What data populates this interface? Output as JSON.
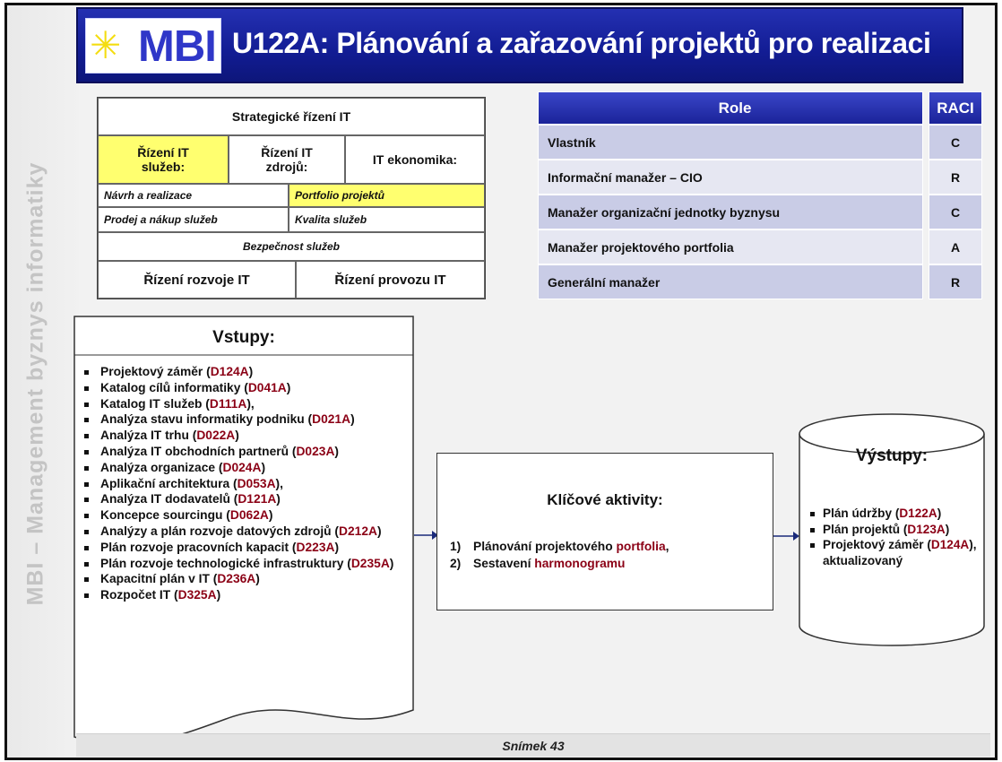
{
  "side_text": "MBI – Management byznys informatiky",
  "logo": {
    "text": "MBI",
    "star": "✳"
  },
  "title": "U122A: Plánování a zařazování projektů pro realizaci",
  "framework": {
    "top": "Strategické řízení IT",
    "col1": "Řízení IT služeb:",
    "col2": "Řízení IT zdrojů:",
    "col3": "IT ekonomika:",
    "r1a": "Návrh a realizace",
    "r1b": "Portfolio projektů",
    "r2a": "Prodej a nákup služeb",
    "r2b": "Kvalita služeb",
    "r3": "Bezpečnost služeb",
    "b1": "Řízení rozvoje IT",
    "b2": "Řízení provozu IT"
  },
  "raci": {
    "header_role": "Role",
    "header_raci": "RACI",
    "rows": [
      {
        "role": "Vlastník",
        "value": "C"
      },
      {
        "role": "Informační manažer – CIO",
        "value": "R"
      },
      {
        "role": "Manažer organizační jednotky byznysu",
        "value": "C"
      },
      {
        "role": "Manažer projektového portfolia",
        "value": "A"
      },
      {
        "role": "Generální manažer",
        "value": "R"
      }
    ]
  },
  "inputs": {
    "title": "Vstupy:",
    "items": [
      {
        "text": "Projektový záměr (",
        "code": "D124A",
        "tail": ")"
      },
      {
        "text": "Katalog cílů informatiky (",
        "code": "D041A",
        "tail": ")"
      },
      {
        "text": "Katalog IT služeb (",
        "code": "D111A",
        "tail": "),"
      },
      {
        "text": "Analýza stavu informatiky podniku (",
        "code": "D021A",
        "tail": ")"
      },
      {
        "text": "Analýza IT trhu (",
        "code": "D022A",
        "tail": ")"
      },
      {
        "text": "Analýza IT obchodních partnerů (",
        "code": "D023A",
        "tail": ")"
      },
      {
        "text": "Analýza organizace (",
        "code": "D024A",
        "tail": ")"
      },
      {
        "text": "Aplikační architektura (",
        "code": "D053A",
        "tail": "),"
      },
      {
        "text": "Analýza IT dodavatelů (",
        "code": "D121A",
        "tail": ")"
      },
      {
        "text": "Koncepce sourcingu (",
        "code": "D062A",
        "tail": ")"
      },
      {
        "text": "Analýzy a plán rozvoje datových zdrojů (",
        "code": "D212A",
        "tail": ")"
      },
      {
        "text": "Plán rozvoje pracovních kapacit (",
        "code": "D223A",
        "tail": ")"
      },
      {
        "text": "Plán rozvoje technologické infrastruktury (",
        "code": "D235A",
        "tail": ")"
      },
      {
        "text": "Kapacitní plán v IT (",
        "code": "D236A",
        "tail": ")"
      },
      {
        "text": "Rozpočet IT (",
        "code": "D325A",
        "tail": ")"
      }
    ]
  },
  "activities": {
    "title": "Klíčové aktivity:",
    "items": [
      {
        "num": "1)",
        "text": "Plánování projektového ",
        "hl": "portfolia",
        "tail": ","
      },
      {
        "num": "2)",
        "text": "Sestavení ",
        "hl": "harmonogramu",
        "tail": ""
      }
    ]
  },
  "outputs": {
    "title": "Výstupy:",
    "items": [
      {
        "text": "Plán údržby (",
        "code": "D122A",
        "tail": ")"
      },
      {
        "text": "Plán projektů (",
        "code": "D123A",
        "tail": ")"
      },
      {
        "text": "Projektový záměr (",
        "code": "D124A",
        "tail": "), aktualizovaný"
      }
    ]
  },
  "footer": "Snímek 43",
  "colors": {
    "header_blue": "#121c93",
    "highlight_yellow": "#ffff6f",
    "code_red": "#8b0015",
    "raci_dark": "#c9cce6",
    "raci_light": "#e6e7f2"
  }
}
